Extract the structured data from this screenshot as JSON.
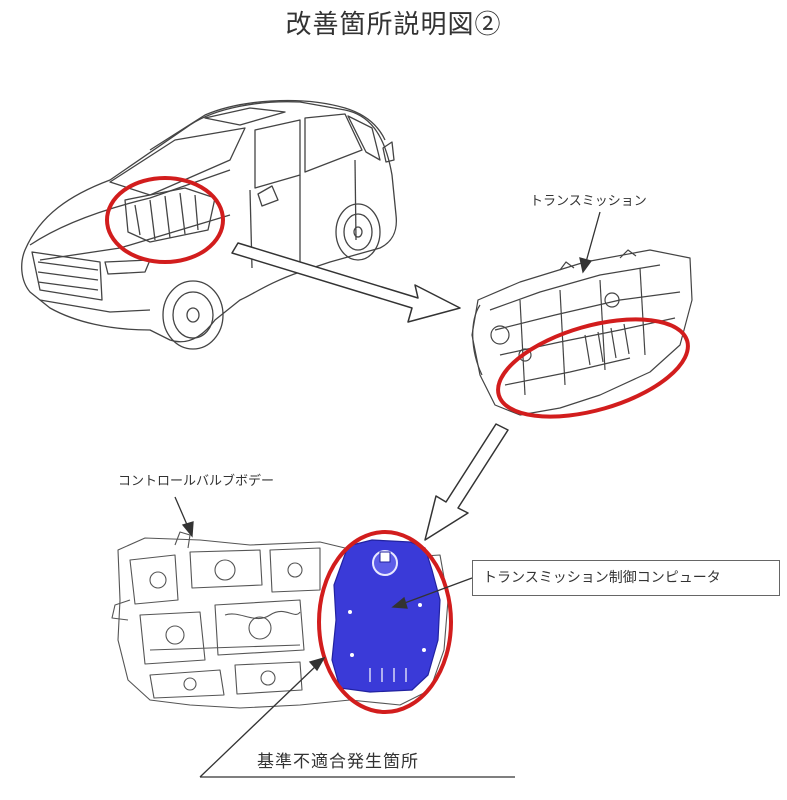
{
  "title": "改善箇所説明図②",
  "labels": {
    "transmission": "トランスミッション",
    "control_valve_body": "コントロールバルブボデー",
    "tcm": "トランスミッション制御コンピュータ",
    "defect_location": "基準不適合発生箇所"
  },
  "colors": {
    "highlight_ring": "#d21d1d",
    "tcm_fill": "#3a3ad8",
    "line_art": "#444444"
  }
}
